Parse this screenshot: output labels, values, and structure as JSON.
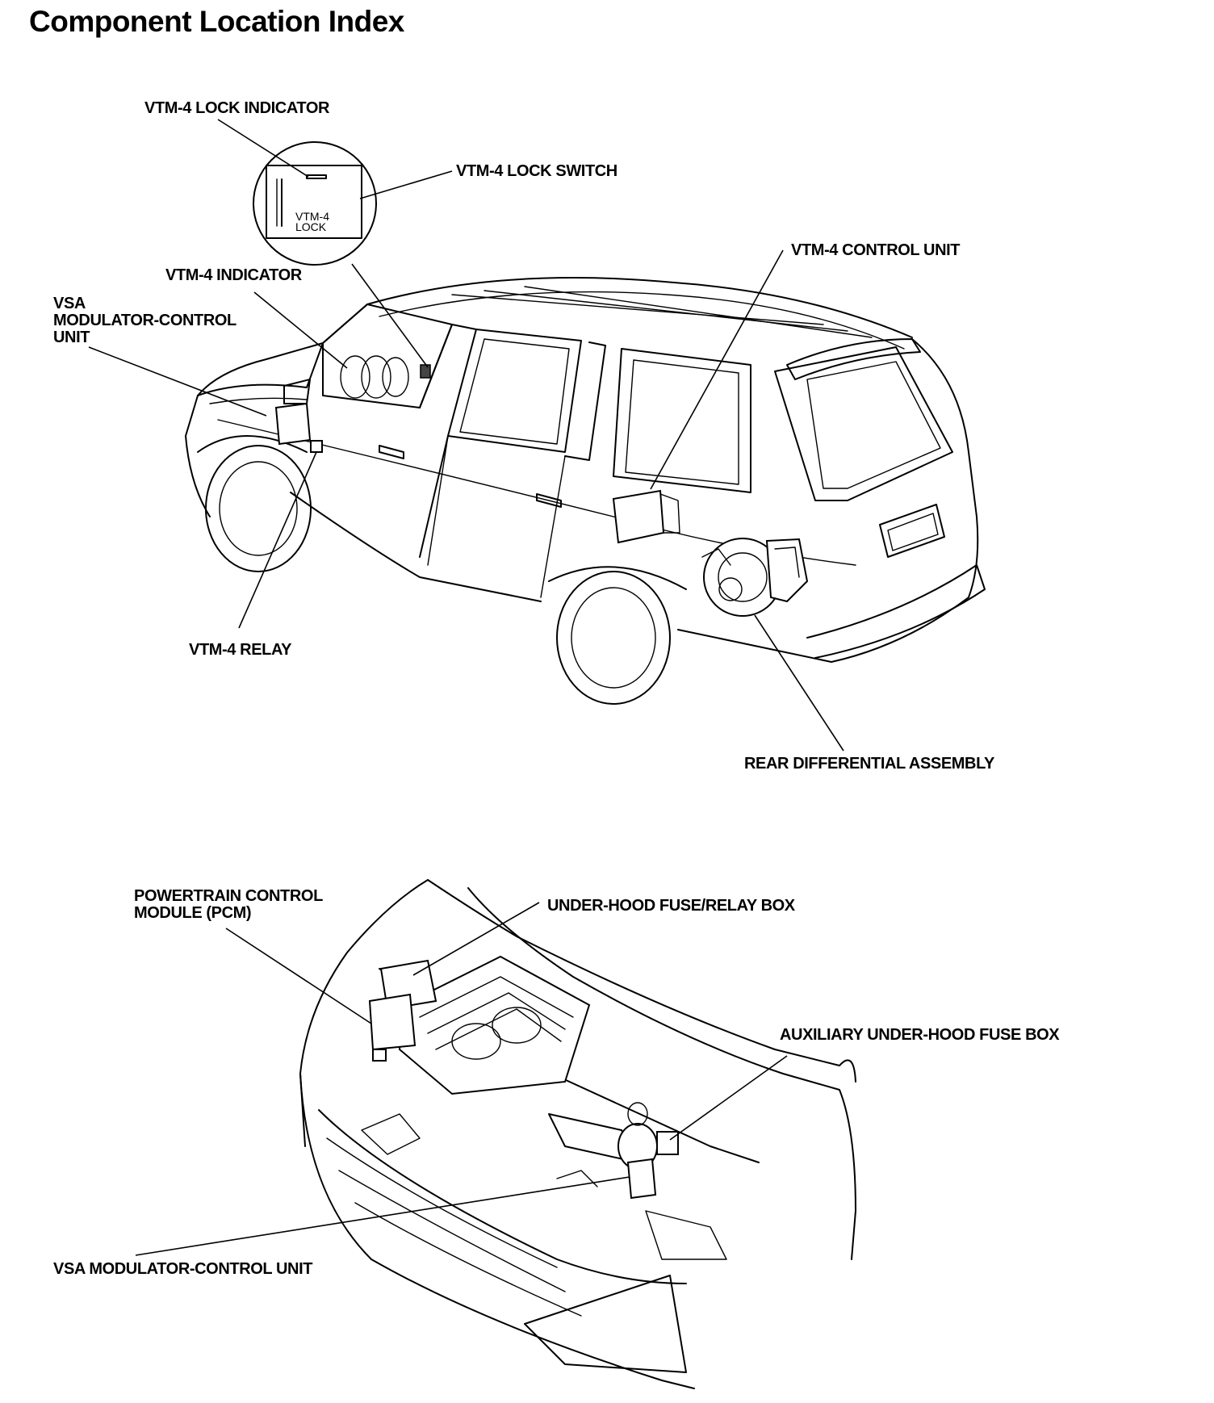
{
  "title": "Component Location Index",
  "vehicle_labels": {
    "lock_indicator": "VTM-4 LOCK INDICATOR",
    "lock_switch": "VTM-4 LOCK SWITCH",
    "control_unit": "VTM-4 CONTROL UNIT",
    "indicator": "VTM-4 INDICATOR",
    "vsa_unit_lines": [
      "VSA",
      "MODULATOR-CONTROL",
      "UNIT"
    ],
    "relay": "VTM-4 RELAY",
    "rear_diff": "REAR DIFFERENTIAL ASSEMBLY"
  },
  "switch_text": [
    "VTM-4",
    "LOCK"
  ],
  "engine_labels": {
    "pcm_lines": [
      "POWERTRAIN CONTROL",
      "MODULE (PCM)"
    ],
    "fuse_relay_box": "UNDER-HOOD FUSE/RELAY BOX",
    "aux_fuse_box": "AUXILIARY UNDER-HOOD FUSE BOX",
    "vsa_unit": "VSA MODULATOR-CONTROL UNIT"
  }
}
